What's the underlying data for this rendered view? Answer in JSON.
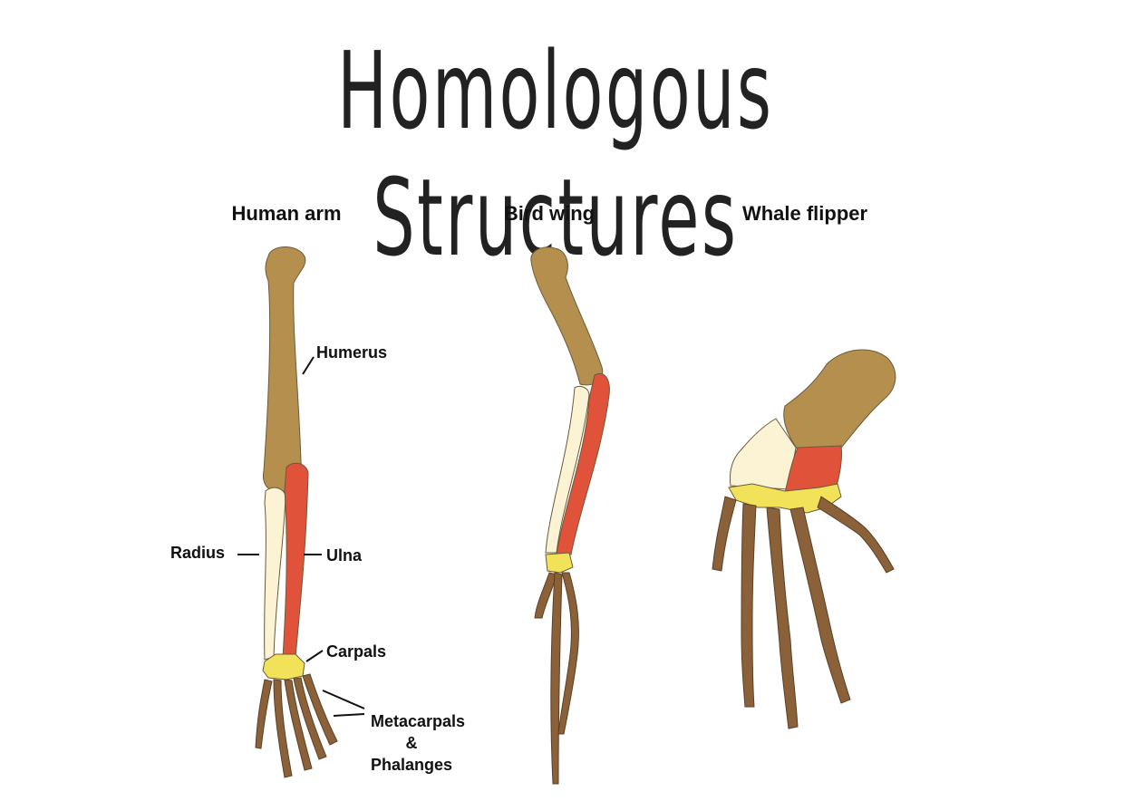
{
  "title": "Homologous Structures",
  "colors": {
    "humerus": "#b58f4d",
    "radius": "#fbf3d3",
    "ulna": "#e0533a",
    "carpals": "#f2e25a",
    "phalanges": "#8a6138"
  },
  "columns": [
    {
      "heading": "Human arm"
    },
    {
      "heading": "Bird wing"
    },
    {
      "heading": "Whale flipper"
    }
  ],
  "labels": {
    "humerus": "Humerus",
    "radius": "Radius",
    "ulna": "Ulna",
    "carpals": "Carpals",
    "metacarpals_line1": "Metacarpals",
    "metacarpals_line2": "&",
    "metacarpals_line3": "Phalanges"
  }
}
